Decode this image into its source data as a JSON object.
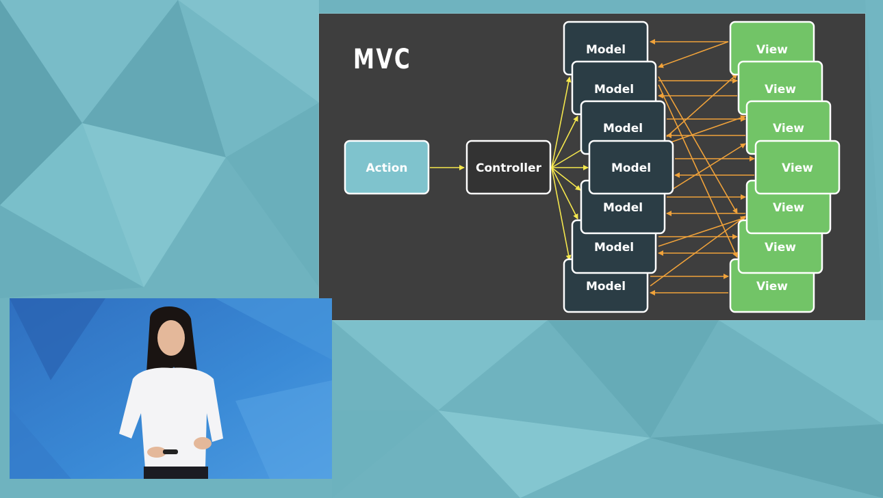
{
  "slide": {
    "title": "MVC",
    "action_label": "Action",
    "controller_label": "Controller",
    "model_labels": [
      "Model",
      "Model",
      "Model",
      "Model",
      "Model",
      "Model",
      "Model"
    ],
    "view_labels": [
      "View",
      "View",
      "View",
      "View",
      "View",
      "View",
      "View"
    ]
  },
  "colors": {
    "slide_background": "#3e3e3e",
    "action_fill": "#7fc3cd",
    "model_fill": "#2b3d45",
    "controller_fill": "#333333",
    "view_fill": "#72c467",
    "arrow_yellow": "#f5e74d",
    "arrow_orange": "#f0a23a",
    "page_background": "#6fb3bf"
  }
}
